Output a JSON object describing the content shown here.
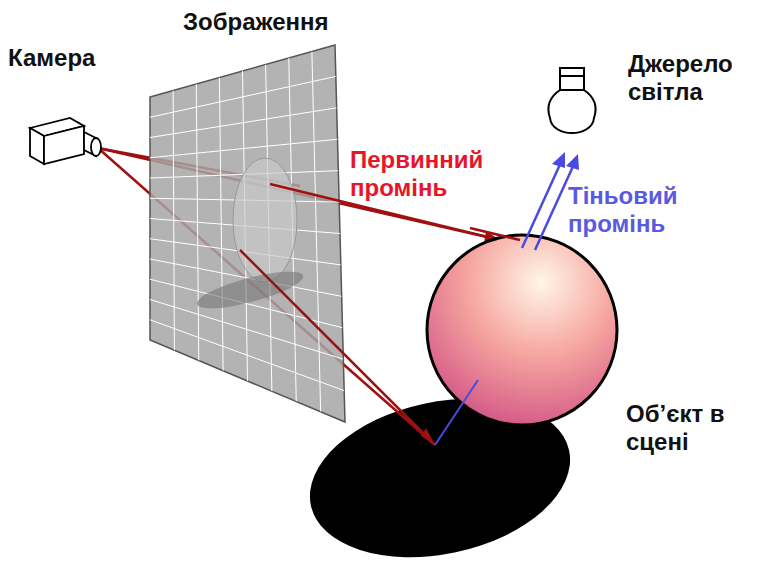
{
  "diagram": {
    "labels": [
      "Зображення",
      "Камера",
      "Первинний промінь",
      "Тіньовий промінь",
      "Джерело світла",
      "Об’єкт в сцені"
    ]
  }
}
